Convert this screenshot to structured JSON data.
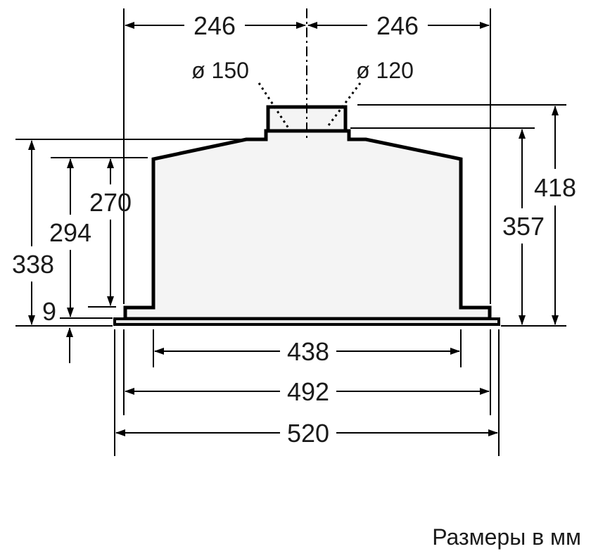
{
  "caption": "Размеры в мм",
  "dimensions": {
    "top_left": "246",
    "top_right": "246",
    "dia_large": "ø 150",
    "dia_small": "ø 120",
    "right_outer": "418",
    "right_inner": "357",
    "left_270": "270",
    "left_294": "294",
    "left_338": "338",
    "left_9": "9",
    "bottom_438": "438",
    "bottom_492": "492",
    "bottom_520": "520"
  }
}
